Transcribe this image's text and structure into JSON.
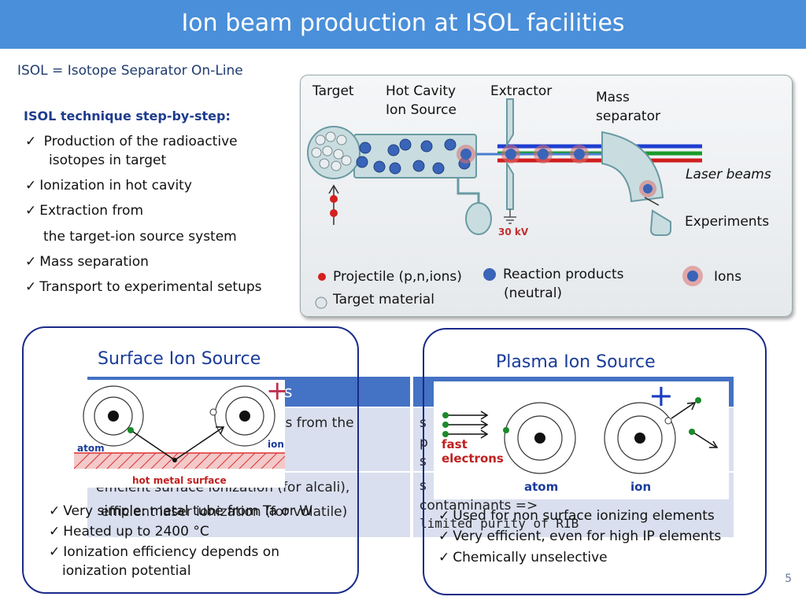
{
  "header": {
    "title": "Ion beam production  at ISOL facilities"
  },
  "definition": "ISOL = Isotope Separator On-Line",
  "steps": {
    "title": "ISOL technique step-by-step:",
    "items": [
      "Production of the radioactive",
      "isotopes in target",
      "Ionization in hot cavity",
      "Extraction from",
      "the target-ion source system",
      "Mass separation",
      "Transport to experimental setups"
    ]
  },
  "diagram": {
    "labels": {
      "target": "Target",
      "hot_cavity_1": "Hot Cavity",
      "hot_cavity_2": "Ion Source",
      "extractor": "Extractor",
      "mass_1": "Mass",
      "mass_2": "separator",
      "laser": "Laser beams",
      "experiments": "Experiments",
      "voltage": "30 kV"
    },
    "legend": {
      "projectile": "Projectile (p,n,ions)",
      "target_material": "Target material",
      "reaction_1": "Reaction products",
      "reaction_2": "(neutral)",
      "ions": "Ions"
    },
    "colors": {
      "laser_blue": "#1f3fd0",
      "laser_green": "#1a9a2a",
      "laser_red": "#d01e1e"
    }
  },
  "surface": {
    "title": "Surface Ion Source",
    "figure": {
      "atom": "atom",
      "ion": "ion",
      "surface": "hot metal surface",
      "plus": "+"
    },
    "table_fragments": {
      "header_s": "s",
      "r1": "es from the",
      "r2": "efficient surface ionization (for alcali),",
      "r3": "efficient laser ionization (for volatile)"
    },
    "bullets": [
      "Very simple: metal tube from Ta or W",
      "Heated up to 2400 °C",
      "Ionization efficiency depends on",
      "ionization potential"
    ]
  },
  "plasma": {
    "title": "Plasma Ion Source",
    "figure": {
      "fast": "fast",
      "electrons": "electrons",
      "atom": "atom",
      "ion": "ion",
      "plus": "+"
    },
    "table_fragments": {
      "a": "s",
      "b": "p",
      "c": "s",
      "d": "s",
      "e": "contaminants =>",
      "f": "limited purity of RIB"
    },
    "bullets": [
      "Used for non surface ionizing elements",
      "Very efficient, even for high IP elements",
      "Chemically unselective"
    ]
  },
  "page_number": "5"
}
